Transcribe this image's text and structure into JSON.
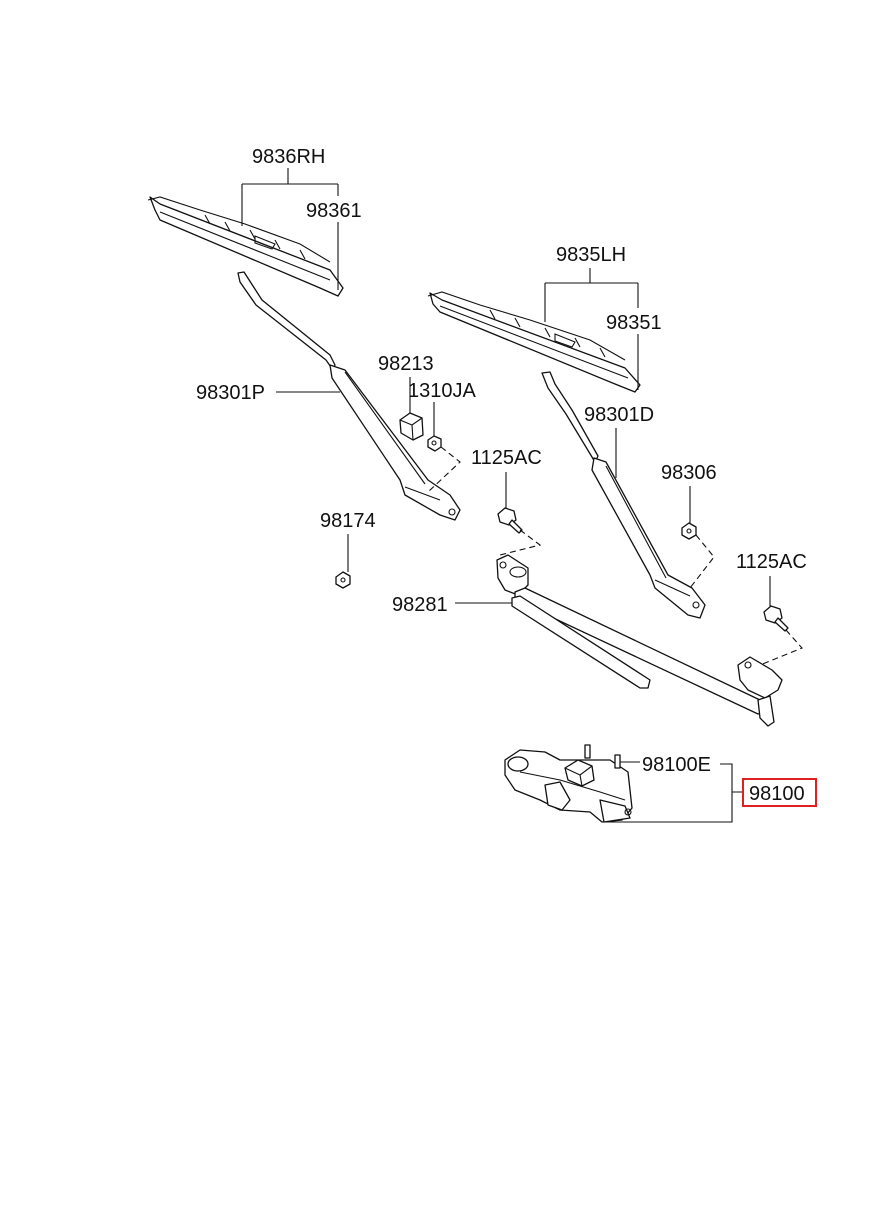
{
  "labels": {
    "blade_rh": "9836RH",
    "refill_rh": "98361",
    "blade_lh": "9835LH",
    "refill_lh": "98351",
    "cap": "98213",
    "nut_1310": "1310JA",
    "arm_passenger": "98301P",
    "arm_driver": "98301D",
    "bolt_left": "1125AC",
    "nut_98306": "98306",
    "bolt_right": "1125AC",
    "nut_98174": "98174",
    "linkage": "98281",
    "motor_sub": "98100E",
    "motor_assy": "98100"
  },
  "highlight": {
    "part": "98100",
    "color": "#e02020"
  }
}
